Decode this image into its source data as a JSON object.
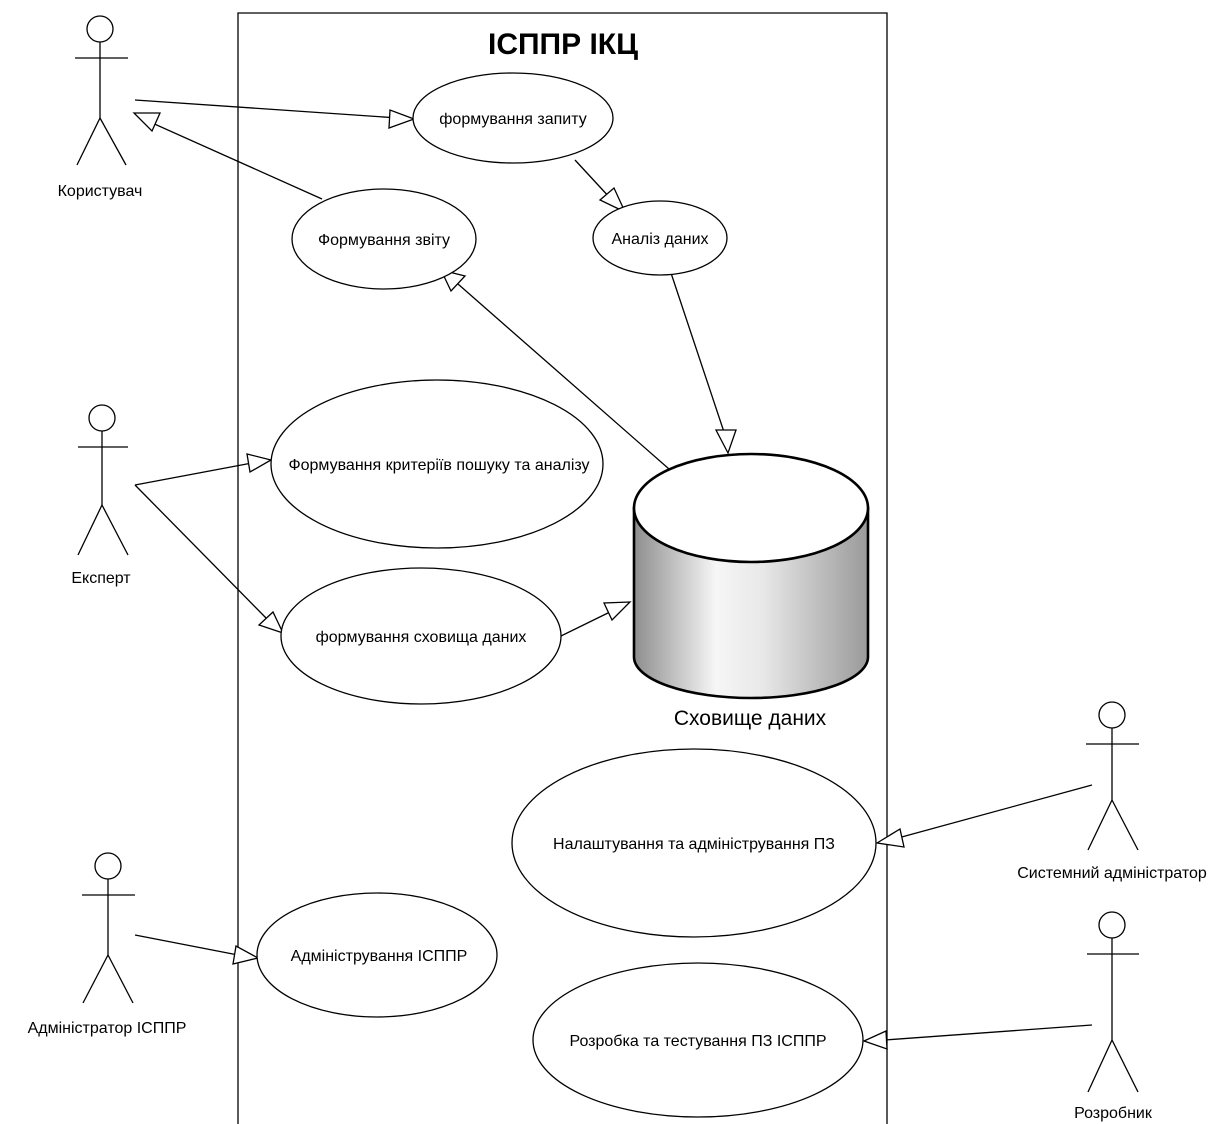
{
  "system": {
    "title": "ІСППР ІКЦ"
  },
  "actors": {
    "user": "Користувач",
    "expert": "Експерт",
    "admin_isppr": "Адміністратор ІСППР",
    "sysadmin": "Системний адміністратор",
    "developer": "Розробник"
  },
  "use_cases": {
    "request": "формування запиту",
    "report": "Формування звіту",
    "analysis": "Аналіз даних",
    "criteria": "Формування критеріїв пошуку та аналізу",
    "warehouse_build": "формування сховища даних",
    "settings_admin": "Налаштування та адміністрування ПЗ",
    "isppr_admin": "Адміністрування ІСППР",
    "dev_test": "Розробка та тестування ПЗ ІСППР"
  },
  "database": {
    "label": "Сховище даних"
  },
  "colors": {
    "line": "#000000",
    "cylinder_light": "#f4f4f4",
    "cylinder_dark": "#9a9a9a"
  }
}
